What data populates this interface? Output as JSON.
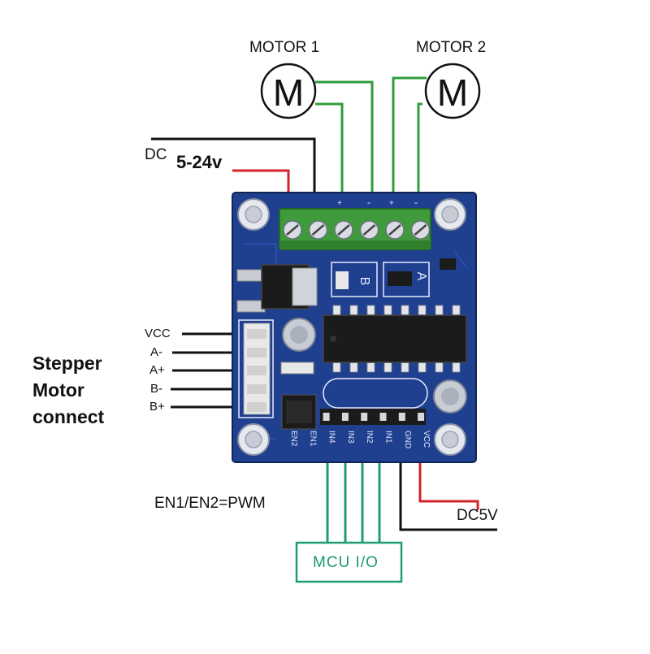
{
  "motors": [
    {
      "title": "MOTOR 1",
      "symbol": "M"
    },
    {
      "title": "MOTOR 2",
      "symbol": "M"
    }
  ],
  "power": {
    "dc_label": "DC",
    "voltage_label": "5-24v"
  },
  "stepper": {
    "title": "Stepper Motor connect",
    "pins": [
      "VCC",
      "A-",
      "A+",
      "B-",
      "B+"
    ]
  },
  "board": {
    "terminal_marks": [
      "+",
      "-"
    ],
    "motor_channel_b": "B",
    "motor_channel_a": "A",
    "header_pins": [
      "EN2",
      "EN1",
      "IN4",
      "IN3",
      "IN2",
      "IN1",
      "GND",
      "VCC"
    ]
  },
  "notes": {
    "pwm": "EN1/EN2=PWM",
    "dc5v": "DC5V",
    "mcu": "MCU  I/O"
  },
  "colors": {
    "board": "#1f3f8f",
    "board_dark": "#142c6a",
    "terminal": "#3e9a3a",
    "wire_green": "#2f9d3e",
    "wire_teal": "#1e9e70",
    "wire_red": "#d2232a",
    "wire_black": "#111111",
    "chip": "#1b1b1b"
  },
  "icons": {
    "motor": "motor-icon",
    "screw": "screw-terminal-icon",
    "chip": "ic-chip-icon",
    "capacitor": "capacitor-icon"
  }
}
